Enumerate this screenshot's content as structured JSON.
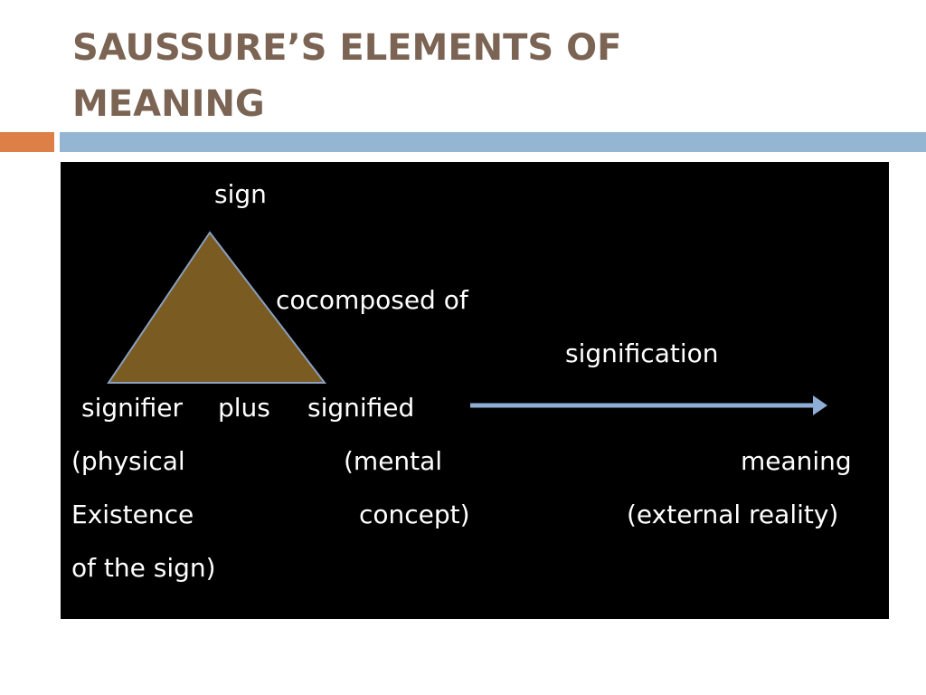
{
  "slide": {
    "title_line1": "SAUSSURE’S ELEMENTS OF",
    "title_line2": "MEANING"
  },
  "colors": {
    "title": "#7b6453",
    "accent_orange": "#dd8047",
    "accent_blue": "#94b6d2",
    "panel_background": "#000000",
    "panel_text": "#ffffff",
    "triangle_fill": "#7a5c22",
    "triangle_stroke": "#8aa0c0",
    "arrow": "#8eaed6"
  },
  "diagram": {
    "sign": "sign",
    "composed_of": "cocomposed of",
    "signification": "signification",
    "signifier": "signifier",
    "plus": "plus",
    "signified": "signified",
    "physical": "(physical",
    "mental": "(mental",
    "meaning": "meaning",
    "existence": "Existence",
    "concept": "concept)",
    "external_reality": "(external reality)",
    "of_the_sign": "of the sign)"
  }
}
